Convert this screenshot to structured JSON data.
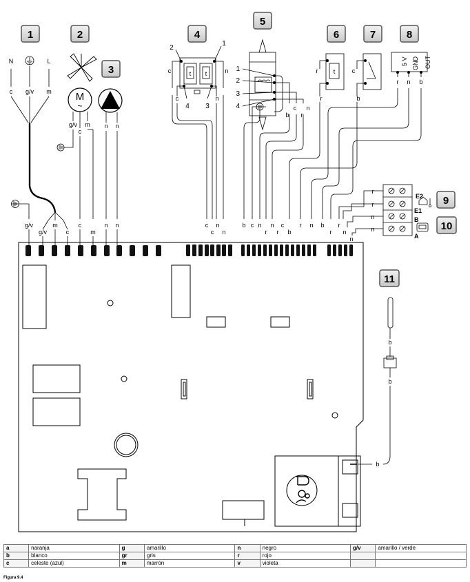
{
  "badges": {
    "b1": "1",
    "b2": "2",
    "b3": "3",
    "b4": "4",
    "b5": "5",
    "b6": "6",
    "b7": "7",
    "b8": "8",
    "b9": "9",
    "b10": "10",
    "b11": "11"
  },
  "mains": {
    "n": "N",
    "l": "L",
    "c": "c",
    "gv": "g/v",
    "m": "m"
  },
  "fan_motor": {
    "symbol": "M",
    "ac": "~",
    "gv": "g/v",
    "c": "c",
    "m": "m"
  },
  "pump": {
    "n1": "n",
    "n2": "n"
  },
  "nt_sensors": {
    "p1": "1",
    "p2": "2",
    "p3": "3",
    "p4": "4",
    "t": "t",
    "c": "c",
    "n": "n"
  },
  "gas_valve": {
    "p1": "1",
    "p2": "2",
    "p3": "3",
    "p4": "4",
    "b": "b",
    "c": "c",
    "n": "n",
    "r": "r"
  },
  "sensor6": {
    "r": "r",
    "t": "t"
  },
  "sensor7": {
    "c": "c",
    "b": "b"
  },
  "connector8": {
    "v5": "5 V",
    "gnd": "GND",
    "out": "OUT",
    "r": "r",
    "n": "n",
    "b": "b"
  },
  "terminal_block": {
    "wires": [
      "r",
      "r",
      "n",
      "n"
    ],
    "e2": "E2",
    "e1": "E1",
    "b": "B",
    "a": "A"
  },
  "board_pins": {
    "left": [
      "g/v",
      "g/v",
      "m",
      "c",
      "c",
      "m",
      "n",
      "n"
    ],
    "mid": [
      "c",
      "c",
      "n",
      "n"
    ],
    "right": [
      "b",
      "c",
      "n",
      "r",
      "n",
      "r",
      "c",
      "b",
      "r",
      "n",
      "b",
      "r",
      "r",
      "n",
      "n"
    ]
  },
  "probe11": {
    "b1": "b",
    "b2": "b",
    "b3": "b"
  },
  "legend": [
    [
      "a",
      "naranja",
      "g",
      "amarillo",
      "n",
      "negro",
      "g/v",
      "amarillo / verde"
    ],
    [
      "b",
      "blanco",
      "gr",
      "gris",
      "r",
      "rojo",
      "",
      ""
    ],
    [
      "c",
      "celeste (azul)",
      "m",
      "marrón",
      "v",
      "violeta",
      "",
      ""
    ]
  ],
  "caption": "Figura 9.4"
}
